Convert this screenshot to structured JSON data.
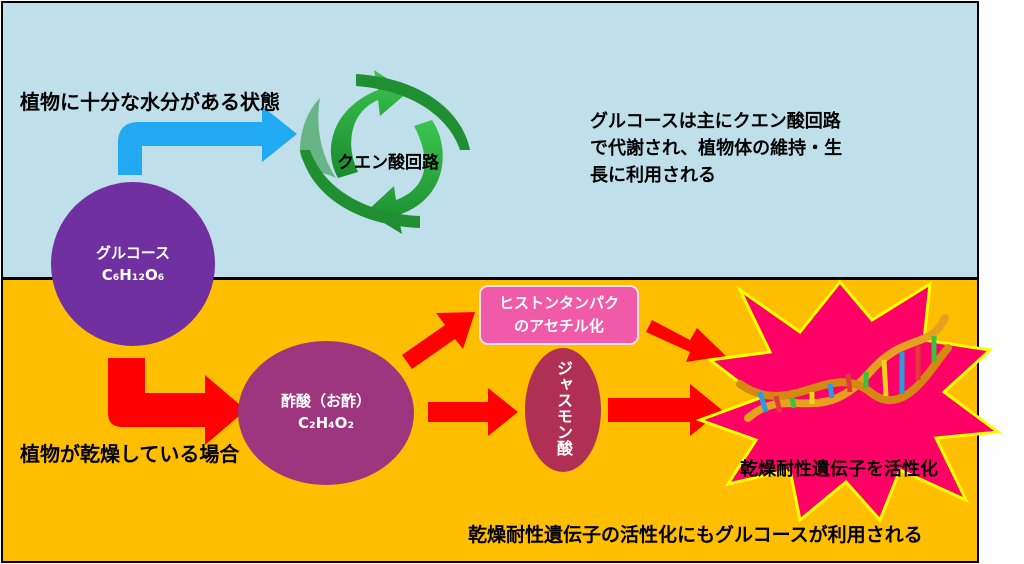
{
  "water_state": {
    "condition": "植物に十分な水分がある状態",
    "cycle_label": "クエン酸回路",
    "note_lines": [
      "グルコースは主にクエン酸回路",
      "で代謝され、植物体の維持・生",
      "長に利用される"
    ]
  },
  "glucose": {
    "name": "グルコース",
    "formula": "C₆H₁₂O₆"
  },
  "drought_state": {
    "condition": "植物が乾燥している場合",
    "acetate": {
      "name": "酢酸（お酢）",
      "formula": "C₂H₄O₂"
    },
    "histone_lines": [
      "ヒストンタンパク",
      "のアセチル化"
    ],
    "jasmonic_acid": "ジャスモン酸",
    "target": "乾燥耐性遺伝子を活性化",
    "note": "乾燥耐性遺伝子の活性化にもグルコースが利用される"
  },
  "colors": {
    "top_band": "#bfe0ea",
    "bottom_band": "#ffbf00",
    "glucose_node": "#7030a0",
    "acetate_node": "#9e357f",
    "jasmonic_node": "#b03055",
    "histone_box": "#f05aa8",
    "arrow_red": "#ff0000",
    "arrow_blue": "#21aaf2",
    "cycle_green": "#27a83c",
    "starburst": "#ff0066"
  }
}
